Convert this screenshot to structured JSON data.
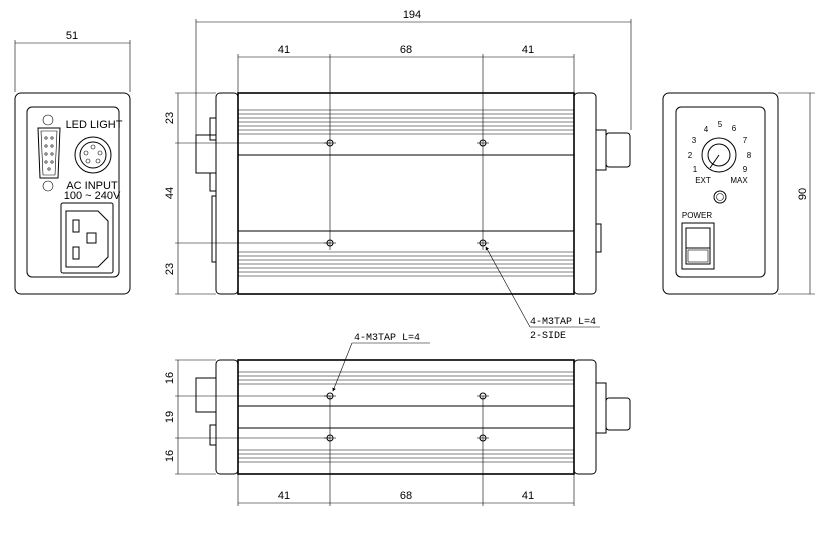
{
  "dimensions": {
    "left_width": "51",
    "top_total": "194",
    "top_seg1": "41",
    "top_seg2": "68",
    "top_seg3": "41",
    "front_h1": "23",
    "front_h2": "44",
    "front_h3": "23",
    "right_height": "90",
    "bottom_h1": "16",
    "bottom_h2": "19",
    "bottom_h3": "16",
    "bottom_seg1": "41",
    "bottom_seg2": "68",
    "bottom_seg3": "41"
  },
  "left_panel": {
    "led_label": "LED LIGHT",
    "ac_label": "AC INPUT",
    "voltage_label": "100 ~ 240V"
  },
  "right_panel": {
    "dial_numbers": [
      "1",
      "2",
      "3",
      "4",
      "5",
      "6",
      "7",
      "8",
      "9"
    ],
    "ext_label": "EXT",
    "max_label": "MAX",
    "power_label": "POWER"
  },
  "callouts": {
    "front_tap": "4-M3TAP L=4",
    "front_side": "2-SIDE",
    "bottom_tap": "4-M3TAP L=4"
  }
}
